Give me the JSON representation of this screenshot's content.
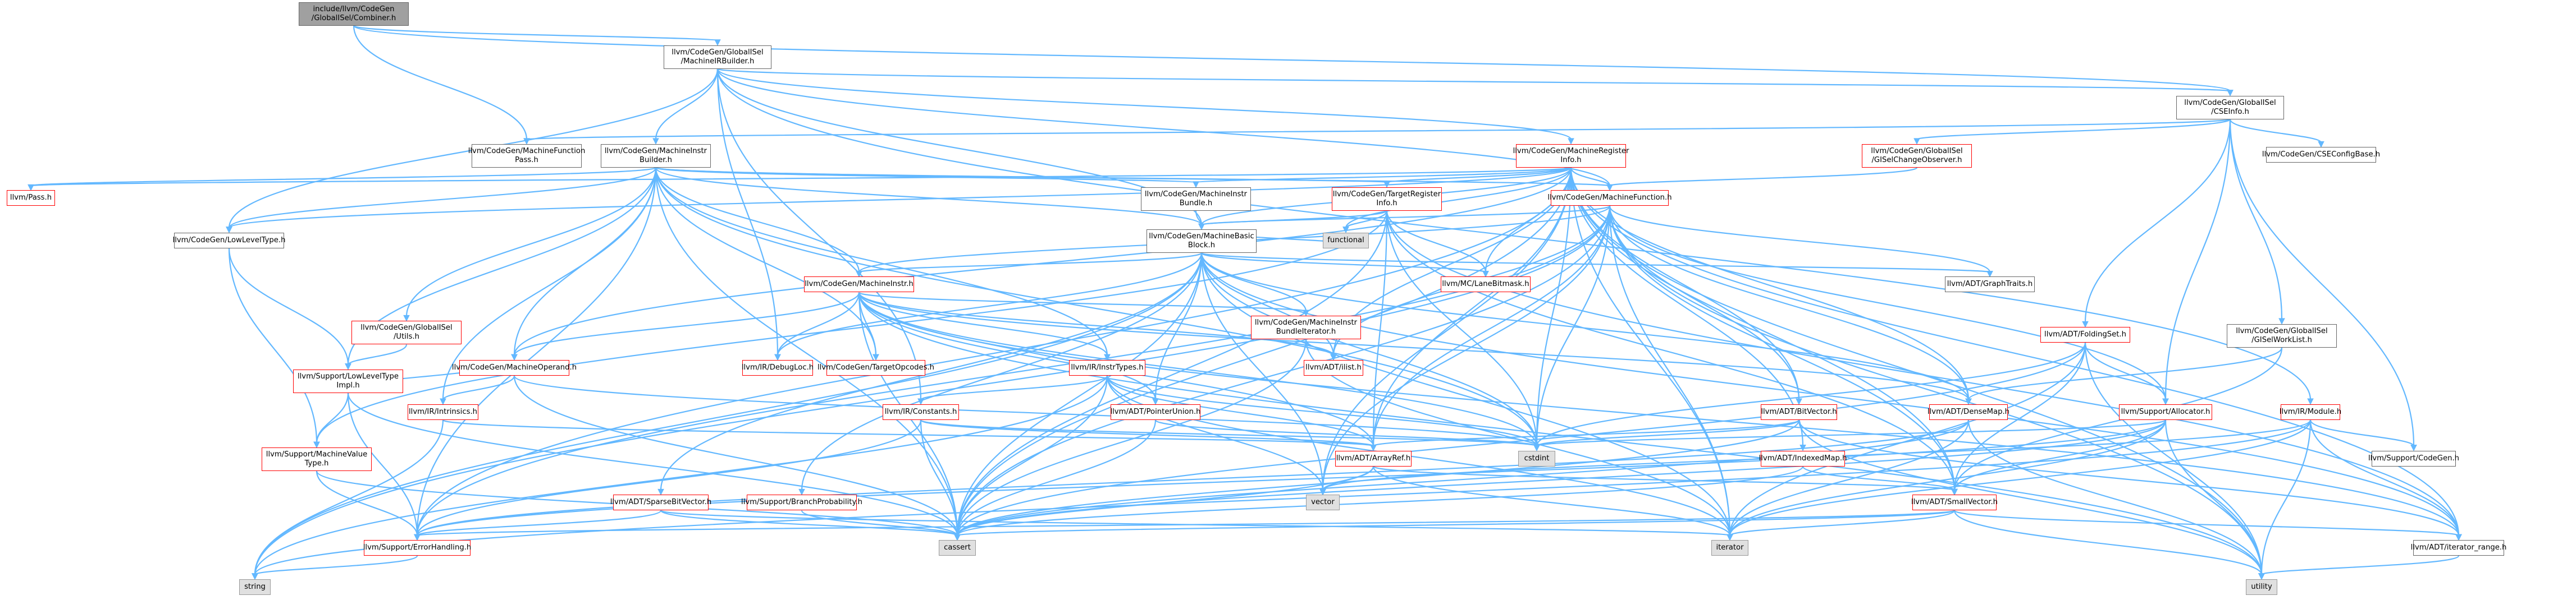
{
  "nodes": [
    {
      "id": "root",
      "label": "include/llvm/CodeGen\n/GlobalISel/Combiner.h",
      "kind": "root"
    },
    {
      "id": "mirb",
      "label": "llvm/CodeGen/GlobalISel\n/MachineIRBuilder.h",
      "kind": "normal"
    },
    {
      "id": "csei",
      "label": "llvm/CodeGen/GlobalISel\n/CSEInfo.h",
      "kind": "normal"
    },
    {
      "id": "mfp",
      "label": "llvm/CodeGen/MachineFunction\nPass.h",
      "kind": "normal"
    },
    {
      "id": "mib",
      "label": "llvm/CodeGen/MachineInstr\nBuilder.h",
      "kind": "normal"
    },
    {
      "id": "mri",
      "label": "llvm/CodeGen/MachineRegister\nInfo.h",
      "kind": "highlighted"
    },
    {
      "id": "gco",
      "label": "llvm/CodeGen/GlobalISel\n/GISelChangeObserver.h",
      "kind": "highlighted"
    },
    {
      "id": "cseconf",
      "label": "llvm/CodeGen/CSEConfigBase.h",
      "kind": "normal"
    },
    {
      "id": "pass",
      "label": "llvm/Pass.h",
      "kind": "highlighted"
    },
    {
      "id": "mibundle",
      "label": "llvm/CodeGen/MachineInstr\nBundle.h",
      "kind": "normal"
    },
    {
      "id": "tri",
      "label": "llvm/CodeGen/TargetRegister\nInfo.h",
      "kind": "highlighted"
    },
    {
      "id": "mf",
      "label": "llvm/CodeGen/MachineFunction.h",
      "kind": "highlighted"
    },
    {
      "id": "llt",
      "label": "llvm/CodeGen/LowLevelType.h",
      "kind": "normal"
    },
    {
      "id": "mbb",
      "label": "llvm/CodeGen/MachineBasic\nBlock.h",
      "kind": "normal"
    },
    {
      "id": "functional",
      "label": "functional",
      "kind": "external"
    },
    {
      "id": "lanebm",
      "label": "llvm/MC/LaneBitmask.h",
      "kind": "highlighted"
    },
    {
      "id": "graphtraits",
      "label": "llvm/ADT/GraphTraits.h",
      "kind": "normal"
    },
    {
      "id": "mi",
      "label": "llvm/CodeGen/MachineInstr.h",
      "kind": "highlighted"
    },
    {
      "id": "mibit",
      "label": "llvm/CodeGen/MachineInstr\nBundleIterator.h",
      "kind": "highlighted"
    },
    {
      "id": "gisutils",
      "label": "llvm/CodeGen/GlobalISel\n/Utils.h",
      "kind": "highlighted"
    },
    {
      "id": "mo",
      "label": "llvm/CodeGen/MachineOperand.h",
      "kind": "highlighted"
    },
    {
      "id": "debugloc",
      "label": "llvm/IR/DebugLoc.h",
      "kind": "highlighted"
    },
    {
      "id": "topc",
      "label": "llvm/CodeGen/TargetOpcodes.h",
      "kind": "highlighted"
    },
    {
      "id": "ilist",
      "label": "llvm/ADT/ilist.h",
      "kind": "highlighted"
    },
    {
      "id": "instrtypes",
      "label": "llvm/IR/InstrTypes.h",
      "kind": "highlighted"
    },
    {
      "id": "foldingset",
      "label": "llvm/ADT/FoldingSet.h",
      "kind": "highlighted"
    },
    {
      "id": "gisworklist",
      "label": "llvm/CodeGen/GlobalISel\n/GISelWorkList.h",
      "kind": "normal"
    },
    {
      "id": "lltimpl",
      "label": "llvm/Support/LowLevelType\nImpl.h",
      "kind": "highlighted"
    },
    {
      "id": "intrinsics",
      "label": "llvm/IR/Intrinsics.h",
      "kind": "highlighted"
    },
    {
      "id": "constants",
      "label": "llvm/IR/Constants.h",
      "kind": "highlighted"
    },
    {
      "id": "ptrunion",
      "label": "llvm/ADT/PointerUnion.h",
      "kind": "highlighted"
    },
    {
      "id": "bitvector",
      "label": "llvm/ADT/BitVector.h",
      "kind": "highlighted"
    },
    {
      "id": "densemap",
      "label": "llvm/ADT/DenseMap.h",
      "kind": "highlighted"
    },
    {
      "id": "allocator",
      "label": "llvm/Support/Allocator.h",
      "kind": "highlighted"
    },
    {
      "id": "irmodule",
      "label": "llvm/IR/Module.h",
      "kind": "highlighted"
    },
    {
      "id": "cstdint",
      "label": "cstdint",
      "kind": "external"
    },
    {
      "id": "arrayref",
      "label": "llvm/ADT/ArrayRef.h",
      "kind": "highlighted"
    },
    {
      "id": "indexedmap",
      "label": "llvm/ADT/IndexedMap.h",
      "kind": "highlighted"
    },
    {
      "id": "supportcodegen",
      "label": "llvm/Support/CodeGen.h",
      "kind": "normal"
    },
    {
      "id": "mvt",
      "label": "llvm/Support/MachineValue\nType.h",
      "kind": "highlighted"
    },
    {
      "id": "sparsebv",
      "label": "llvm/ADT/SparseBitVector.h",
      "kind": "highlighted"
    },
    {
      "id": "branchprob",
      "label": "llvm/Support/BranchProbability.h",
      "kind": "highlighted"
    },
    {
      "id": "vector",
      "label": "vector",
      "kind": "external"
    },
    {
      "id": "smallvector",
      "label": "llvm/ADT/SmallVector.h",
      "kind": "highlighted"
    },
    {
      "id": "errhandling",
      "label": "llvm/Support/ErrorHandling.h",
      "kind": "highlighted"
    },
    {
      "id": "cassert",
      "label": "cassert",
      "kind": "external"
    },
    {
      "id": "iterator",
      "label": "iterator",
      "kind": "external"
    },
    {
      "id": "iterrange",
      "label": "llvm/ADT/iterator_range.h",
      "kind": "normal"
    },
    {
      "id": "string",
      "label": "string",
      "kind": "external"
    },
    {
      "id": "utility",
      "label": "utility",
      "kind": "external"
    }
  ],
  "edges": [
    [
      "root",
      "mirb"
    ],
    [
      "root",
      "mfp"
    ],
    [
      "root",
      "csei"
    ],
    [
      "mirb",
      "csei"
    ],
    [
      "mirb",
      "mib"
    ],
    [
      "mirb",
      "mri"
    ],
    [
      "mirb",
      "mbb"
    ],
    [
      "mirb",
      "llt"
    ],
    [
      "mirb",
      "debugloc"
    ],
    [
      "mirb",
      "constants"
    ],
    [
      "mirb",
      "irmodule"
    ],
    [
      "mirb",
      "mf"
    ],
    [
      "csei",
      "gco"
    ],
    [
      "csei",
      "cseconf"
    ],
    [
      "csei",
      "mfp"
    ],
    [
      "csei",
      "foldingset"
    ],
    [
      "csei",
      "gisworklist"
    ],
    [
      "csei",
      "allocator"
    ],
    [
      "csei",
      "supportcodegen"
    ],
    [
      "mib",
      "pass"
    ],
    [
      "mib",
      "mibundle"
    ],
    [
      "mib",
      "tri"
    ],
    [
      "mib",
      "mf"
    ],
    [
      "mib",
      "mbb"
    ],
    [
      "mib",
      "mi"
    ],
    [
      "mib",
      "mo"
    ],
    [
      "mib",
      "gisutils"
    ],
    [
      "mib",
      "topc"
    ],
    [
      "mib",
      "instrtypes"
    ],
    [
      "mib",
      "intrinsics"
    ],
    [
      "mib",
      "lltimpl"
    ],
    [
      "mib",
      "errhandling"
    ],
    [
      "mib",
      "cstdint"
    ],
    [
      "mib",
      "llt"
    ],
    [
      "mib",
      "cassert"
    ],
    [
      "mri",
      "mibundle"
    ],
    [
      "mri",
      "tri"
    ],
    [
      "mri",
      "mf"
    ],
    [
      "mri",
      "mbb"
    ],
    [
      "mri",
      "lanebm"
    ],
    [
      "mri",
      "mo"
    ],
    [
      "mri",
      "bitvector"
    ],
    [
      "mri",
      "densemap"
    ],
    [
      "mri",
      "indexedmap"
    ],
    [
      "mri",
      "arrayref"
    ],
    [
      "mri",
      "smallvector"
    ],
    [
      "mri",
      "iterrange"
    ],
    [
      "mri",
      "llt"
    ],
    [
      "mri",
      "functional"
    ],
    [
      "mri",
      "vector"
    ],
    [
      "mri",
      "cassert"
    ],
    [
      "mri",
      "cstdint"
    ],
    [
      "mri",
      "iterator"
    ],
    [
      "mri",
      "utility"
    ],
    [
      "mri",
      "ilist"
    ],
    [
      "mri",
      "pass"
    ],
    [
      "mri",
      "errhandling"
    ],
    [
      "gco",
      "mf"
    ],
    [
      "mibundle",
      "mbb"
    ],
    [
      "tri",
      "mbb"
    ],
    [
      "tri",
      "lanebm"
    ],
    [
      "tri",
      "functional"
    ],
    [
      "tri",
      "arrayref"
    ],
    [
      "tri",
      "smallvector"
    ],
    [
      "tri",
      "cstdint"
    ],
    [
      "tri",
      "cassert"
    ],
    [
      "tri",
      "mvt"
    ],
    [
      "tri",
      "iterrange"
    ],
    [
      "mf",
      "mbb"
    ],
    [
      "mf",
      "graphtraits"
    ],
    [
      "mf",
      "ilist"
    ],
    [
      "mf",
      "bitvector"
    ],
    [
      "mf",
      "densemap"
    ],
    [
      "mf",
      "arrayref"
    ],
    [
      "mf",
      "smallvector"
    ],
    [
      "mf",
      "allocator"
    ],
    [
      "mf",
      "errhandling"
    ],
    [
      "mf",
      "cassert"
    ],
    [
      "mf",
      "cstdint"
    ],
    [
      "mf",
      "utility"
    ],
    [
      "mf",
      "vector"
    ],
    [
      "mf",
      "mi"
    ],
    [
      "mf",
      "iterator"
    ],
    [
      "mf",
      "string"
    ],
    [
      "llt",
      "lltimpl"
    ],
    [
      "llt",
      "mvt"
    ],
    [
      "mbb",
      "graphtraits"
    ],
    [
      "mbb",
      "mi"
    ],
    [
      "mbb",
      "mibit"
    ],
    [
      "mbb",
      "lanebm"
    ],
    [
      "mbb",
      "functional"
    ],
    [
      "mbb",
      "ilist"
    ],
    [
      "mbb",
      "sparsebv"
    ],
    [
      "mbb",
      "branchprob"
    ],
    [
      "mbb",
      "debugloc"
    ],
    [
      "mbb",
      "iterrange"
    ],
    [
      "mbb",
      "cassert"
    ],
    [
      "mbb",
      "cstdint"
    ],
    [
      "mbb",
      "iterator"
    ],
    [
      "mbb",
      "string"
    ],
    [
      "mbb",
      "vector"
    ],
    [
      "mbb",
      "ptrunion"
    ],
    [
      "mbb",
      "densemap"
    ],
    [
      "mi",
      "mo"
    ],
    [
      "mi",
      "debugloc"
    ],
    [
      "mi",
      "topc"
    ],
    [
      "mi",
      "ilist"
    ],
    [
      "mi",
      "densemap"
    ],
    [
      "mi",
      "arrayref"
    ],
    [
      "mi",
      "ptrunion"
    ],
    [
      "mi",
      "iterrange"
    ],
    [
      "mi",
      "cassert"
    ],
    [
      "mi",
      "cstdint"
    ],
    [
      "mi",
      "utility"
    ],
    [
      "mi",
      "instrtypes"
    ],
    [
      "mi",
      "mibit"
    ],
    [
      "mibit",
      "ilist"
    ],
    [
      "mibit",
      "cassert"
    ],
    [
      "mibit",
      "iterator"
    ],
    [
      "gisutils",
      "lltimpl"
    ],
    [
      "mo",
      "intrinsics"
    ],
    [
      "mo",
      "lltimpl"
    ],
    [
      "mo",
      "cassert"
    ],
    [
      "mo",
      "cstdint"
    ],
    [
      "instrtypes",
      "constants"
    ],
    [
      "instrtypes",
      "arrayref"
    ],
    [
      "instrtypes",
      "cassert"
    ],
    [
      "instrtypes",
      "cstdint"
    ],
    [
      "instrtypes",
      "iterator"
    ],
    [
      "instrtypes",
      "string"
    ],
    [
      "instrtypes",
      "vector"
    ],
    [
      "foldingset",
      "allocator"
    ],
    [
      "foldingset",
      "smallvector"
    ],
    [
      "foldingset",
      "iterator"
    ],
    [
      "foldingset",
      "cassert"
    ],
    [
      "foldingset",
      "cstdint"
    ],
    [
      "foldingset",
      "utility"
    ],
    [
      "gisworklist",
      "densemap"
    ],
    [
      "gisworklist",
      "smallvector"
    ],
    [
      "lltimpl",
      "mvt"
    ],
    [
      "lltimpl",
      "cassert"
    ],
    [
      "lltimpl",
      "errhandling"
    ],
    [
      "intrinsics",
      "arrayref"
    ],
    [
      "intrinsics",
      "string"
    ],
    [
      "constants",
      "arrayref"
    ],
    [
      "constants",
      "cassert"
    ],
    [
      "constants",
      "cstdint"
    ],
    [
      "constants",
      "errhandling"
    ],
    [
      "ptrunion",
      "cassert"
    ],
    [
      "ptrunion",
      "cstdint"
    ],
    [
      "bitvector",
      "arrayref"
    ],
    [
      "bitvector",
      "iterrange"
    ],
    [
      "bitvector",
      "cassert"
    ],
    [
      "bitvector",
      "cstdint"
    ],
    [
      "bitvector",
      "utility"
    ],
    [
      "densemap",
      "iterator"
    ],
    [
      "densemap",
      "cassert"
    ],
    [
      "densemap",
      "utility"
    ],
    [
      "densemap",
      "errhandling"
    ],
    [
      "allocator",
      "smallvector"
    ],
    [
      "allocator",
      "errhandling"
    ],
    [
      "allocator",
      "cassert"
    ],
    [
      "allocator",
      "cstdint"
    ],
    [
      "allocator",
      "iterator"
    ],
    [
      "allocator",
      "utility"
    ],
    [
      "irmodule",
      "iterrange"
    ],
    [
      "irmodule",
      "supportcodegen"
    ],
    [
      "irmodule",
      "iterator"
    ],
    [
      "irmodule",
      "utility"
    ],
    [
      "irmodule",
      "string"
    ],
    [
      "irmodule",
      "vector"
    ],
    [
      "arrayref",
      "smallvector"
    ],
    [
      "arrayref",
      "cassert"
    ],
    [
      "arrayref",
      "iterator"
    ],
    [
      "arrayref",
      "vector"
    ],
    [
      "indexedmap",
      "smallvector"
    ],
    [
      "indexedmap",
      "cassert"
    ],
    [
      "mvt",
      "errhandling"
    ],
    [
      "mvt",
      "cassert"
    ],
    [
      "sparsebv",
      "errhandling"
    ],
    [
      "sparsebv",
      "cassert"
    ],
    [
      "sparsebv",
      "iterator"
    ],
    [
      "branchprob",
      "cassert"
    ],
    [
      "smallvector",
      "iterrange"
    ],
    [
      "smallvector",
      "cassert"
    ],
    [
      "smallvector",
      "errhandling"
    ],
    [
      "smallvector",
      "iterator"
    ],
    [
      "smallvector",
      "utility"
    ],
    [
      "iterrange",
      "utility"
    ],
    [
      "errhandling",
      "string"
    ]
  ]
}
